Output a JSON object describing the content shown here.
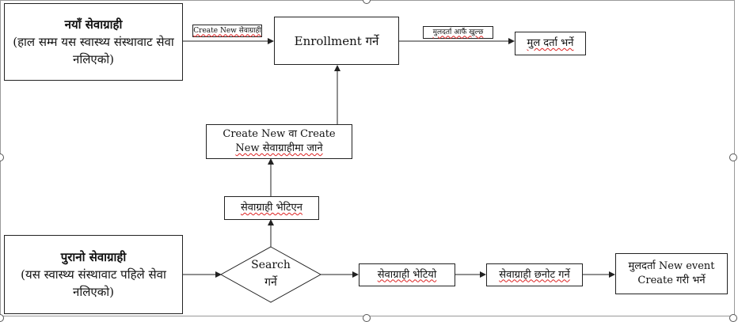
{
  "new_client": {
    "title": "नयाँ सेवाग्राही",
    "line1": "(हाल सम्म यस स्वास्थ्य संस्थावाट सेवा",
    "line2": "नलिएको)"
  },
  "old_client": {
    "title": "पुरानो सेवाग्राही",
    "line1": "(यस स्वास्थ्य संस्थावाट पहिले सेवा",
    "line2": "नलिएको)"
  },
  "label_create_new": "Create New सेवाग्राही",
  "enrollment": "Enrollment गर्ने",
  "label_open_mul_darta": "मुलदर्ता आफैं खुल्छ",
  "mul_darta": "मुल दर्ता भर्ने",
  "create_new_box": {
    "line1": "Create New वा Create",
    "line2": "New सेवाग्राहीमा जाने"
  },
  "not_found": "सेवाग्राही भेटिएन",
  "search": {
    "line1": "Search",
    "line2": "गर्ने"
  },
  "found": "सेवाग्राही भेटियो",
  "select_client": "सेवाग्राही छनोट गर्ने",
  "new_event": {
    "line1": "मुलदर्ता New event",
    "line2": "Create गरी भर्ने"
  }
}
